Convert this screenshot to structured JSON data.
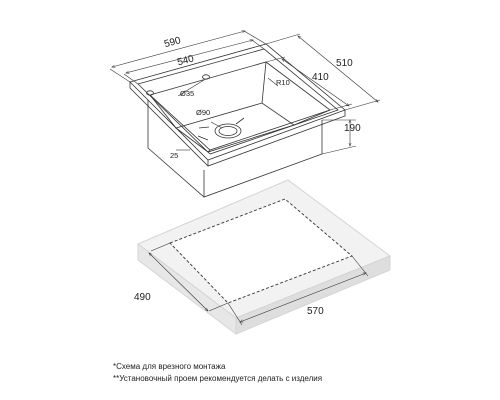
{
  "drawing": {
    "top_view": {
      "overall_length": "590",
      "bowl_length": "540",
      "overall_width": "510",
      "bowl_width": "410",
      "depth": "190",
      "corner_radius": "R10",
      "tap_hole": "Ø35",
      "drain": "Ø90",
      "step": "25"
    },
    "cutout": {
      "width": "490",
      "length": "570"
    }
  },
  "notes": {
    "line1": "*Схема для врезного монтажа",
    "line2": "**Установочный проем рекомендуется делать с изделия"
  },
  "colors": {
    "line": "#333333",
    "slab_fill": "#f0f0f0",
    "slab_stroke": "#cfcfcf"
  }
}
